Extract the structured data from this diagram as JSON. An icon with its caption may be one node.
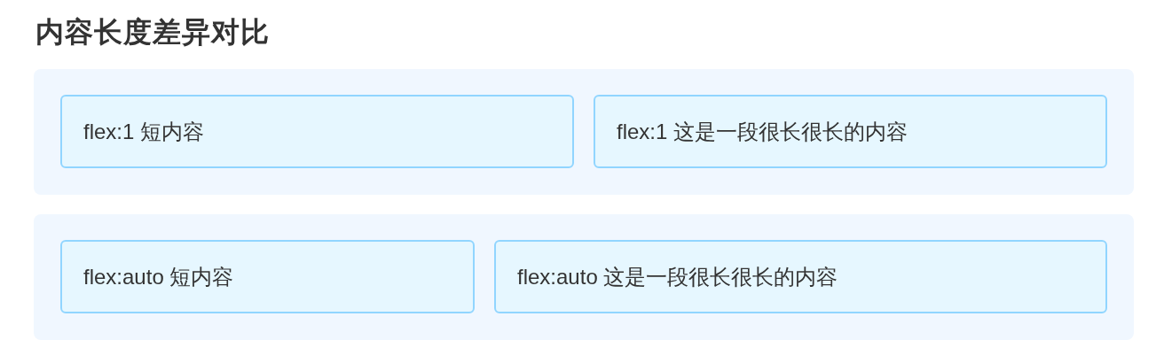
{
  "diagram": {
    "title": "内容长度差异对比",
    "nodes": [
      {
        "text": [],
        "shape": "box"
      },
      {
        "text": [
          "flex:1 短内容"
        ],
        "in": 0
      },
      {
        "text": [
          "flex:1 这是一段很长很长的内容"
        ],
        "in": 0
      },
      {
        "text": [],
        "shape": "box"
      },
      {
        "text": [
          "flex:auto 短内容"
        ],
        "in": 3
      },
      {
        "text": [
          "flex:auto 这是一段很长很长的内容"
        ],
        "in": 3
      }
    ]
  }
}
